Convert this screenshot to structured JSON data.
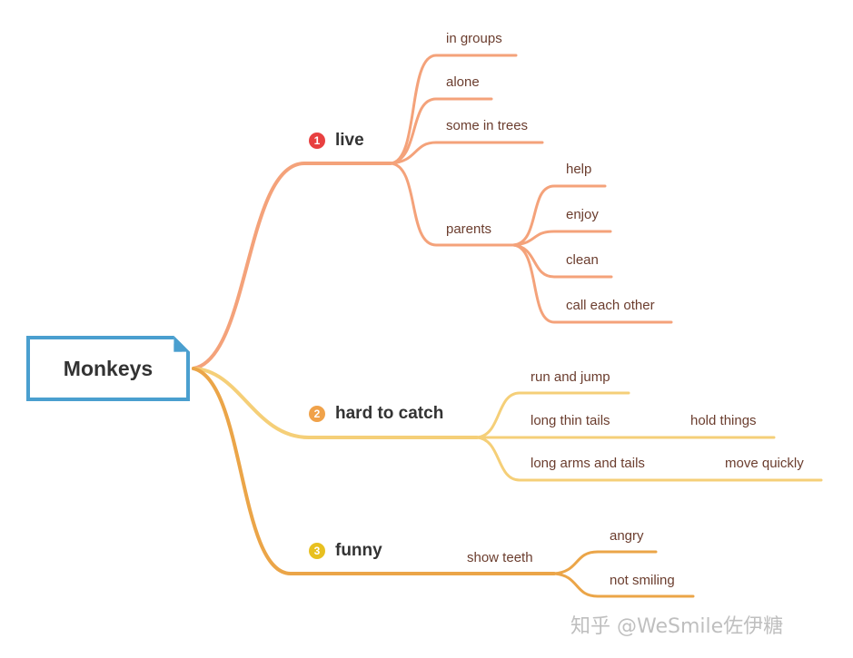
{
  "root": {
    "label": "Monkeys",
    "border_color": "#4a9fcf"
  },
  "branches": [
    {
      "num": "1",
      "label": "live",
      "color": "#f4a27a",
      "badge_color": "#e84040",
      "children": [
        {
          "label": "in groups"
        },
        {
          "label": "alone"
        },
        {
          "label": "some in trees"
        },
        {
          "label": "parents",
          "children": [
            {
              "label": "help"
            },
            {
              "label": "enjoy"
            },
            {
              "label": "clean"
            },
            {
              "label": "call each other"
            }
          ]
        }
      ]
    },
    {
      "num": "2",
      "label": "hard to catch",
      "color": "#f5cf78",
      "badge_color": "#f0a24a",
      "children": [
        {
          "label": "run and jump"
        },
        {
          "label": "long thin tails",
          "children": [
            {
              "label": "hold things"
            }
          ]
        },
        {
          "label": "long arms and tails",
          "children": [
            {
              "label": "move quickly"
            }
          ]
        }
      ]
    },
    {
      "num": "3",
      "label": "funny",
      "color": "#eba548",
      "badge_color": "#e8c020",
      "children": [
        {
          "label": "show teeth",
          "children": [
            {
              "label": "angry"
            },
            {
              "label": "not smiling"
            }
          ]
        }
      ]
    }
  ],
  "watermark": "知乎 @WeSmile佐伊糖"
}
